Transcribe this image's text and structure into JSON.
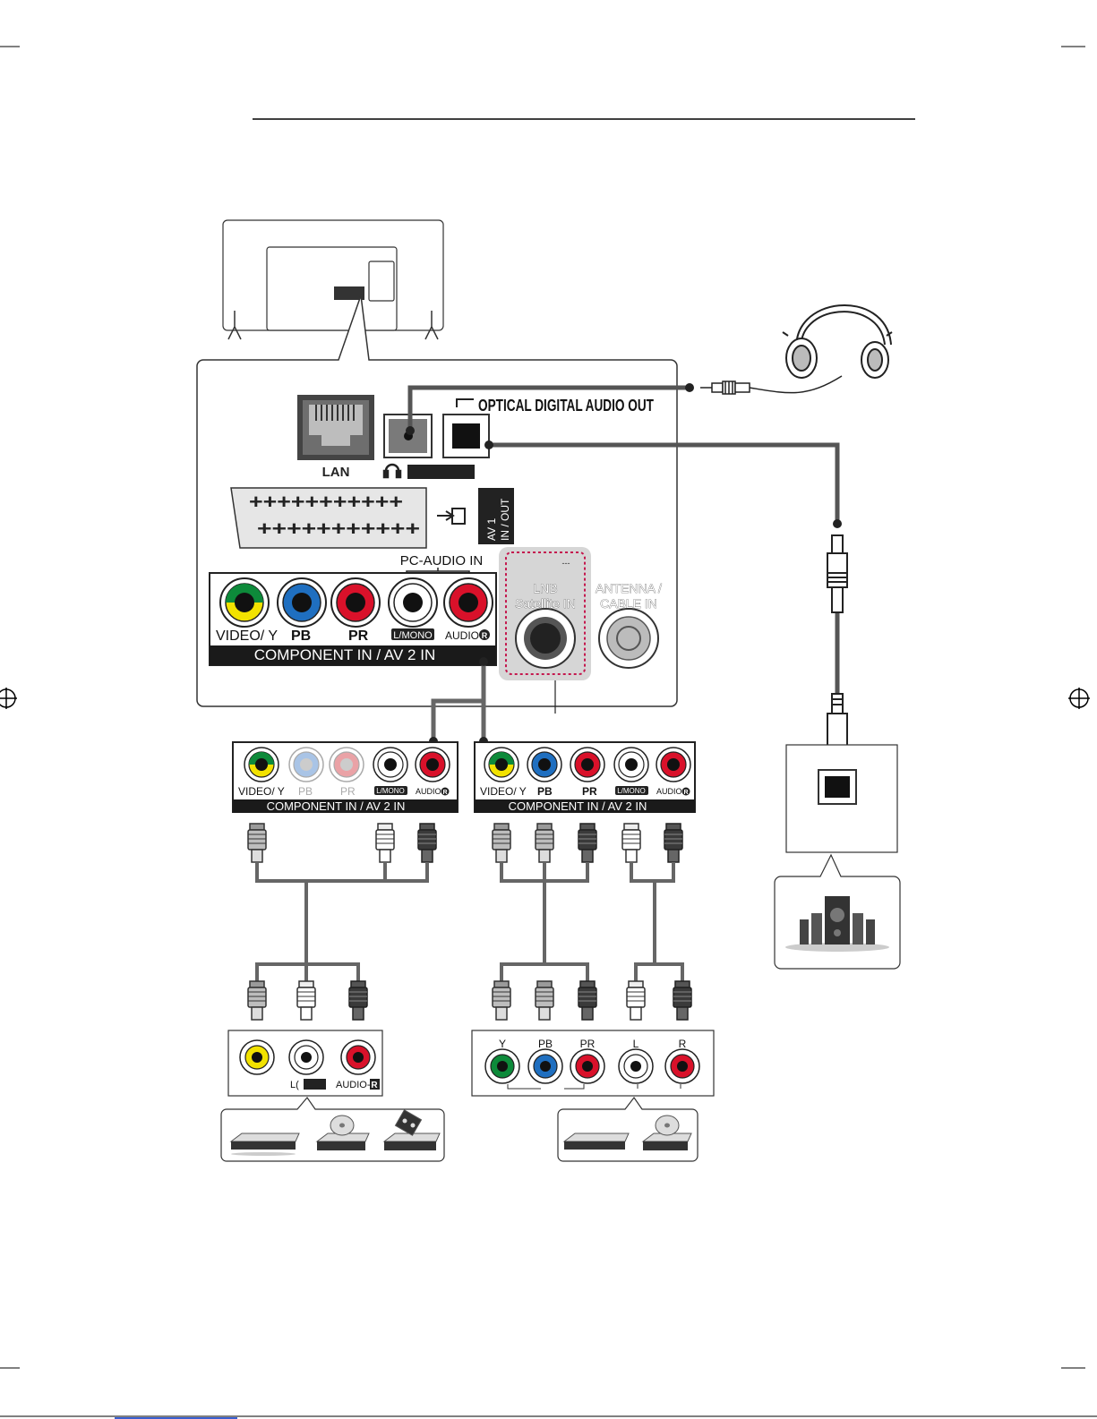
{
  "labels": {
    "lan": "LAN",
    "optical": "OPTICAL DIGITAL AUDIO OUT",
    "av1_line1": "AV 1",
    "av1_line2": "IN / OUT",
    "pc_audio_in": "PC-AUDIO IN",
    "lnb_line1": "LNB",
    "lnb_line2": "Satellite IN",
    "lnb_dc": "---",
    "antenna_line1": "ANTENNA /",
    "antenna_line2": "CABLE IN",
    "video_y": "VIDEO/ Y",
    "pb": "PB",
    "pr": "PR",
    "l_mono": "L/MONO",
    "audio": "AUDIO",
    "audio_r_badge": "R",
    "component_bar": "COMPONENT IN / AV 2 IN",
    "y": "Y",
    "l": "L",
    "r": "R",
    "l_paren": "L(",
    "audio_dash": "AUDIO-",
    "r_badge": "R"
  },
  "colors": {
    "green": "#0d8a3a",
    "yellow": "#f2e200",
    "blue": "#1f6fc0",
    "red": "#d9112a",
    "white": "#ffffff",
    "black": "#1a1a1a",
    "cable": "#666666",
    "pale_blue": "#a9c4e6",
    "pale_red": "#eaa2a6",
    "lnb_border": "#c4184e"
  },
  "icons": [
    "headphones-icon",
    "speaker-system-icon",
    "dvd-player-icon",
    "disc-player-icon",
    "vcr-icon",
    "scart-icon",
    "ethernet-port-icon",
    "optical-port-icon"
  ]
}
